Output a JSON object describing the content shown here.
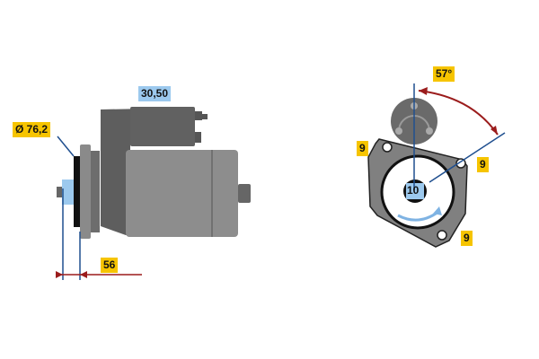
{
  "colors": {
    "yellow_label": "#f6c400",
    "blue_label": "#9cc9ee",
    "dimension_line_blue": "#1f4f8f",
    "dimension_arrow_red": "#9b1c1c",
    "body_gray": "#8a8a8a",
    "dark_gray": "#5a5a5a"
  },
  "side_view": {
    "diameter_label": "Ø 76,2",
    "terminal_label": "30,50",
    "length_label": "56"
  },
  "front_view": {
    "angle_label": "57°",
    "pinion_teeth_label": "10",
    "hole_labels": [
      "9",
      "9",
      "9"
    ]
  }
}
